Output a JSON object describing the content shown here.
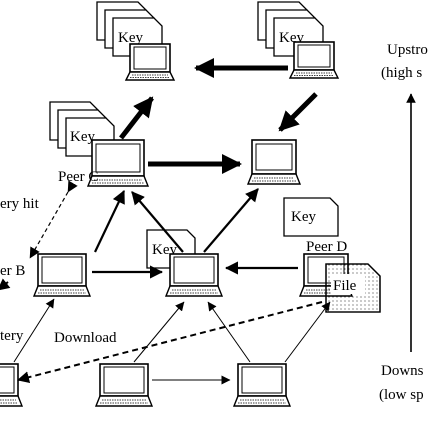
{
  "nodes": [
    {
      "id": "top-left"
    },
    {
      "id": "top-right"
    },
    {
      "id": "peer-c",
      "label": "Peer C"
    },
    {
      "id": "middle-right"
    },
    {
      "id": "peer-b",
      "label": "er B"
    },
    {
      "id": "center"
    },
    {
      "id": "peer-d",
      "label": "Peer D"
    },
    {
      "id": "bottom-left"
    },
    {
      "id": "bottom-mid"
    },
    {
      "id": "bottom-right"
    }
  ],
  "documents": {
    "key_label": "Key",
    "file_label": "File"
  },
  "edge_labels": {
    "query_hit": "ery hit",
    "query": "tery",
    "download": "Download"
  },
  "axis": {
    "top_line1": "Upstro",
    "top_line2": "(high s",
    "bottom_line1": "Downs",
    "bottom_line2": "(low sp"
  }
}
